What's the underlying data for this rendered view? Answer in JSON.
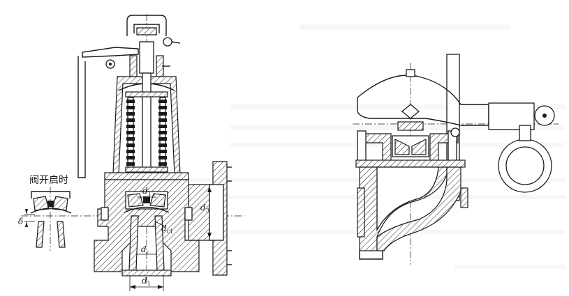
{
  "left_view": {
    "inset_caption": "阀开启时",
    "inset_gap_label": "δ",
    "labels": {
      "d_top": {
        "base": "d",
        "sub": "1"
      },
      "d3": {
        "base": "d",
        "sub": "3"
      },
      "dc1": {
        "base": "d",
        "sub": "c1"
      },
      "dc": {
        "base": "d",
        "sub": "c"
      },
      "d1_bottom": {
        "base": "d",
        "sub": "1"
      }
    }
  },
  "colors": {
    "ink": "#1a1a1a",
    "background": "#ffffff"
  }
}
